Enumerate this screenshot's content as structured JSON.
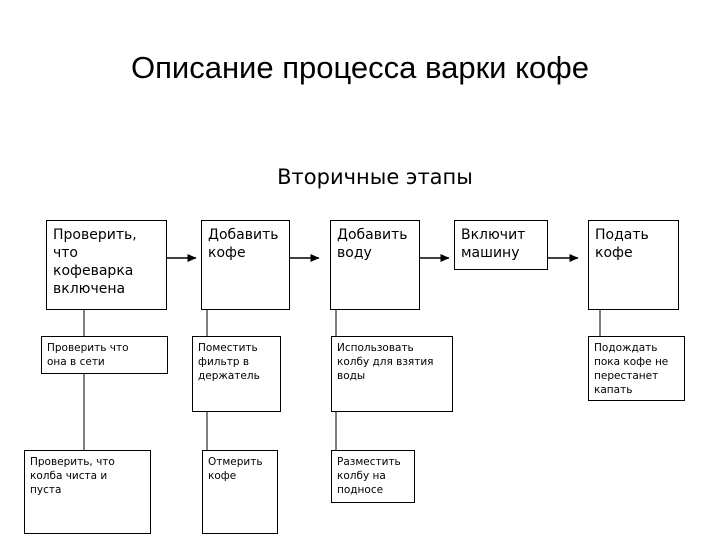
{
  "title": "Описание процесса варки кофе",
  "subtitle": "Вторичные этапы",
  "steps": [
    {
      "label": "Проверить,\nчто\nкофеварка\nвключена",
      "substeps": [
        {
          "label": "Проверить что\nона в сети"
        },
        {
          "label": "Проверить, что\nколба чиста и\nпуста"
        }
      ]
    },
    {
      "label": "Добавить\nкофе",
      "substeps": [
        {
          "label": "Поместить\nфильтр в\nдержатель"
        },
        {
          "label": "Отмерить\nкофе"
        }
      ]
    },
    {
      "label": "Добавить\nводу",
      "substeps": [
        {
          "label": "Использовать\nколбу для взятия\nводы"
        },
        {
          "label": "Разместить\nколбу на\nподносе"
        }
      ]
    },
    {
      "label": "Включит\nмашину",
      "substeps": []
    },
    {
      "label": "Подать\nкофе",
      "substeps": [
        {
          "label": "Подождать\nпока кофе не\nперестанет\nкапать"
        }
      ]
    }
  ]
}
